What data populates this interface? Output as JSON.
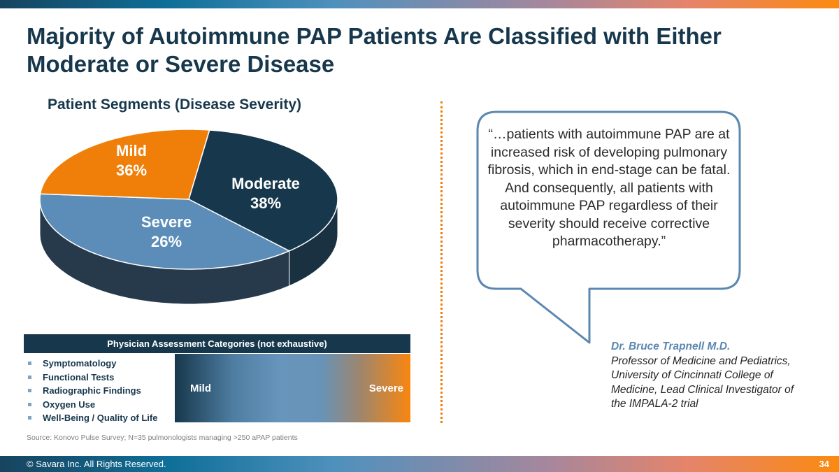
{
  "header": {
    "title": "Majority of Autoimmune PAP Patients Are Classified with Either Moderate or Severe Disease"
  },
  "chart_data": {
    "type": "pie",
    "title": "Patient Segments (Disease Severity)",
    "categories": [
      "Mild",
      "Moderate",
      "Severe"
    ],
    "values": [
      36,
      38,
      26
    ],
    "labels": [
      "36%",
      "38%",
      "26%"
    ],
    "colors": [
      "#17384c",
      "#5b8db8",
      "#f07f09"
    ]
  },
  "assessment": {
    "heading": "Physician Assessment Categories (not exhaustive)",
    "items": [
      "Symptomatology",
      "Functional Tests",
      "Radiographic Findings",
      "Oxygen Use",
      "Well-Being / Quality of Life"
    ],
    "scale_low": "Mild",
    "scale_high": "Severe"
  },
  "source": "Source: Konovo Pulse Survey; N=35 pulmonologists managing >250 aPAP patients",
  "quote": {
    "text": "“…patients with autoimmune PAP are at increased risk of developing pulmonary fibrosis, which in end-stage can be fatal. And consequently, all patients with autoimmune PAP regardless of their severity should receive corrective pharmacotherapy.”",
    "name": "Dr. Bruce Trapnell M.D.",
    "role": "Professor of Medicine and Pediatrics, University of Cincinnati College of Medicine, Lead Clinical Investigator of the IMPALA-2 trial"
  },
  "footer": {
    "copyright": "© Savara Inc. All Rights Reserved.",
    "page": "34"
  }
}
